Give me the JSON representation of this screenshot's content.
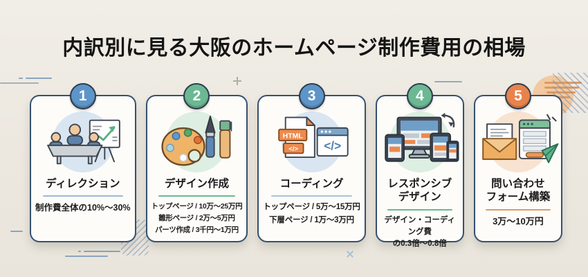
{
  "title": "内訳別に見る大阪のホームページ制作費用の相場",
  "accent_colors": {
    "blue": "#5e95c8",
    "green": "#6cb893",
    "orange": "#e8834d"
  },
  "cards": [
    {
      "number": "1",
      "title_line1": "ディレクション",
      "title_line2": "",
      "icon": "meeting-icon",
      "lines": [
        "制作費全体の10%〜30%"
      ],
      "colors": {
        "badge": "#5e95c8",
        "icon_bg": "#d9e6f1",
        "divider": "#9db9d3"
      }
    },
    {
      "number": "2",
      "title_line1": "デザイン作成",
      "title_line2": "",
      "icon": "design-icon",
      "lines": [
        "トップページ / 10万〜25万円",
        "雛形ページ / 2万〜5万円",
        "パーツ作成 / 3千円〜1万円"
      ],
      "colors": {
        "badge": "#6cb893",
        "icon_bg": "#dcefe2",
        "divider": "#6cb893"
      }
    },
    {
      "number": "3",
      "title_line1": "コーディング",
      "title_line2": "",
      "icon": "coding-icon",
      "lines": [
        "トップページ / 5万〜15万円",
        "下層ページ / 1万〜3万円"
      ],
      "colors": {
        "badge": "#5e95c8",
        "icon_bg": "#d9e6f1",
        "divider": "#a7c3da"
      }
    },
    {
      "number": "4",
      "title_line1": "レスポンシブ",
      "title_line2": "デザイン",
      "icon": "responsive-devices-icon",
      "lines": [
        "デザイン・コーディング費",
        "の0.3倍〜0.8倍"
      ],
      "colors": {
        "badge": "#6cb893",
        "icon_bg": "#dcefe2",
        "divider": "#6cb893"
      }
    },
    {
      "number": "5",
      "title_line1": "問い合わせ",
      "title_line2": "フォーム構築",
      "icon": "contact-form-icon",
      "lines": [
        "3万〜10万円"
      ],
      "colors": {
        "badge": "#e8834d",
        "icon_bg": "#f8e3d0",
        "divider": "#df9c66"
      }
    }
  ]
}
